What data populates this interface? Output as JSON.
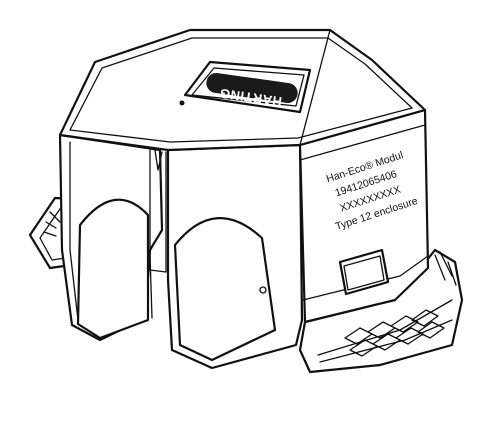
{
  "brand": {
    "logo_text": "HARTING"
  },
  "label": {
    "line1": "Han-Eco® Modul",
    "line2": "19412065406",
    "line3": "XXXXXXXXX",
    "line4": "Type 12 enclosure"
  },
  "colors": {
    "stroke": "#111111",
    "fill": "#ffffff",
    "logo_fill": "#1a1a1a"
  }
}
